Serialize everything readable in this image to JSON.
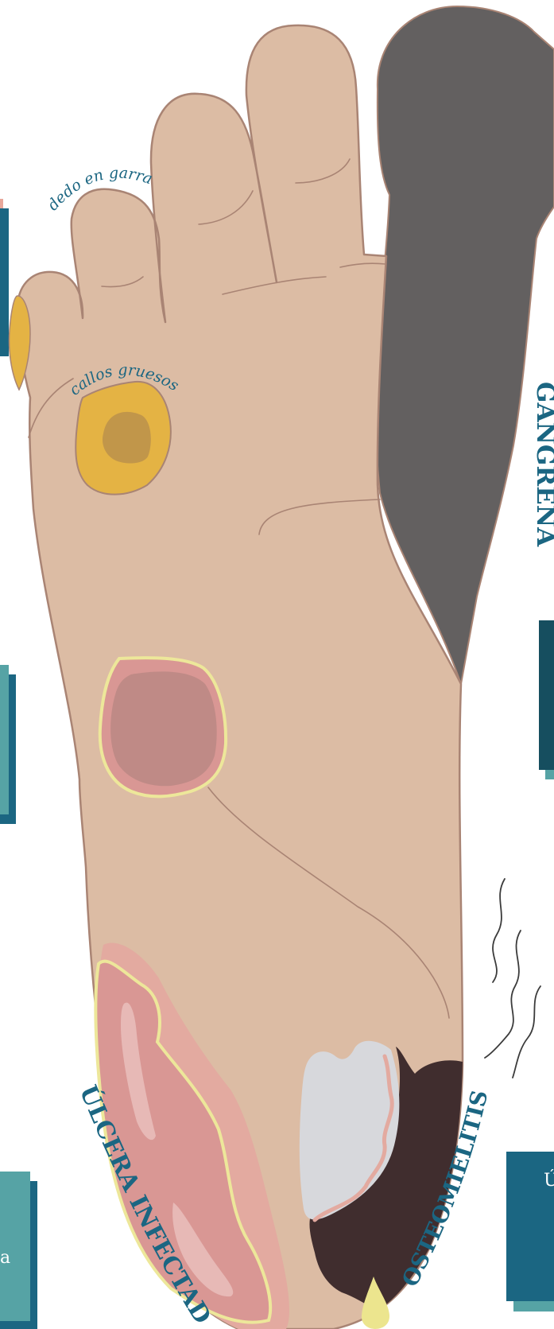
{
  "labels": {
    "clawed_toe": "dedo en garra",
    "thick_calluses": "callos gruesos",
    "gangrene": "GANGRENA",
    "infected_ulcer": "ÚLCERA INFECTADA",
    "osteomyelitis": "OSTEOMIELITIS",
    "left_edge_fragment": "a",
    "right_edge_fragment": "Ú"
  },
  "colors": {
    "skin": "#dcbca4",
    "skin_outline": "#a98474",
    "callus": "#e4b344",
    "callus_core": "#c1964a",
    "gangrene": "#636060",
    "ulcer_pink": "#d99794",
    "ulcer_dark": "#bf8a86",
    "ulcer_rim": "#ede79a",
    "bone_necrosis": "#402d2e",
    "bone_white": "#d7d8dc",
    "pus": "#ece58e",
    "label_teal": "#1b6682",
    "panel_dark_teal": "#164e5f",
    "panel_light_teal": "#56a3a5",
    "panel_blue": "#1b6682"
  },
  "icons": [
    "odor-wavy-lines-icon",
    "pus-drop-icon"
  ]
}
